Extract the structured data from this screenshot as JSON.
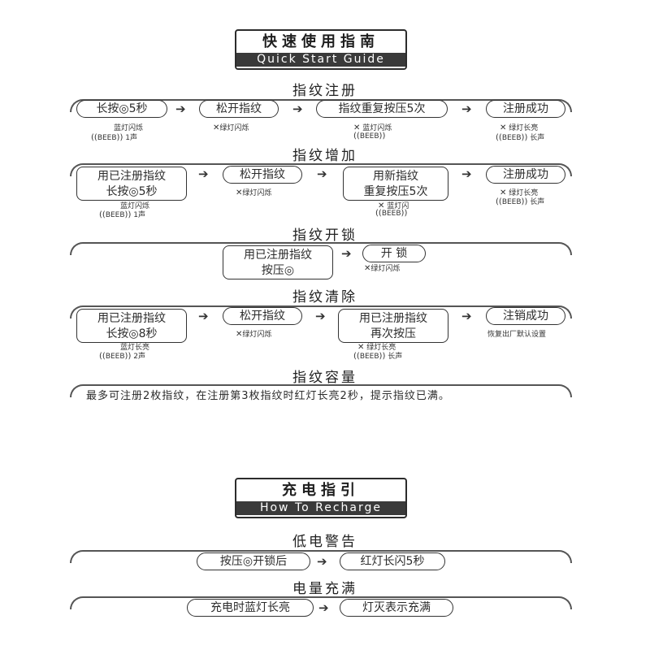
{
  "quick_start": {
    "title_zh": "快速使用指南",
    "title_en": "Quick Start Guide"
  },
  "sections": {
    "register": {
      "title": "指纹注册",
      "step1": "长按◎5秒",
      "step1_note1": "蓝灯闪烁",
      "step1_note2": "BEEB",
      "step1_note2_suffix": "1声",
      "step2": "松开指纹",
      "step2_note1": "绿灯闪烁",
      "step3": "指纹重复按压5次",
      "step3_note1": "蓝灯闪烁",
      "step3_note2": "BEEB",
      "step4": "注册成功",
      "step4_note1": "绿灯长亮",
      "step4_note2": "BEEB",
      "step4_note2_suffix": "长声"
    },
    "add": {
      "title": "指纹增加",
      "step1_line1": "用已注册指纹",
      "step1_line2": "长按◎5秒",
      "step1_note1": "蓝灯闪烁",
      "step1_note2": "BEEB",
      "step1_note2_suffix": "1声",
      "step2": "松开指纹",
      "step2_note1": "绿灯闪烁",
      "step3_line1": "用新指纹",
      "step3_line2": "重复按压5次",
      "step3_note1": "蓝灯闪",
      "step3_note2": "BEEB",
      "step4": "注册成功",
      "step4_note1": "绿灯长亮",
      "step4_note2": "BEEB",
      "step4_note2_suffix": "长声"
    },
    "unlock": {
      "title": "指纹开锁",
      "step1_line1": "用已注册指纹",
      "step1_line2": "按压◎",
      "step2": "开  锁",
      "step2_note1": "绿灯闪烁"
    },
    "clear": {
      "title": "指纹清除",
      "step1_line1": "用已注册指纹",
      "step1_line2": "长按◎8秒",
      "step1_note1": "蓝灯长亮",
      "step1_note2": "BEEB",
      "step1_note2_suffix": "2声",
      "step2": "松开指纹",
      "step2_note1": "绿灯闪烁",
      "step3_line1": "用已注册指纹",
      "step3_line2": "再次按压",
      "step3_note1": "绿灯长亮",
      "step3_note2": "BEEB",
      "step3_note2_suffix": "长声",
      "step4": "注销成功",
      "step4_note1": "恢复出厂默认设置"
    },
    "capacity": {
      "title": "指纹容量",
      "text": "最多可注册2枚指纹，在注册第3枚指纹时红灯长亮2秒，提示指纹已满。"
    }
  },
  "recharge": {
    "title_zh": "充电指引",
    "title_en": "How To Recharge",
    "low_battery": {
      "title": "低电警告",
      "step1": "按压◎开锁后",
      "step2": "红灯长闪5秒"
    },
    "full": {
      "title": "电量充满",
      "step1": "充电时蓝灯长亮",
      "step2": "灯灭表示充满"
    }
  },
  "icons": {
    "arrow": "➔",
    "light": "✕",
    "sound_left": "((",
    "sound_right": "))"
  }
}
